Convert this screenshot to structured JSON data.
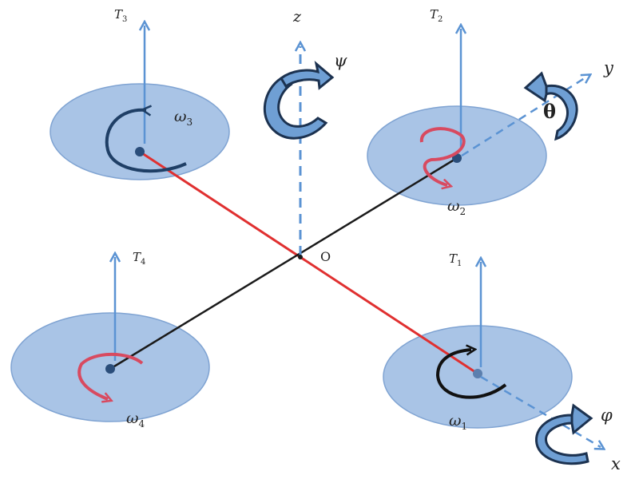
{
  "thrusts": {
    "t1": {
      "symbol": "T",
      "sub": "1"
    },
    "t2": {
      "symbol": "T",
      "sub": "2"
    },
    "t3": {
      "symbol": "T",
      "sub": "3"
    },
    "t4": {
      "symbol": "T",
      "sub": "4"
    }
  },
  "rotor_speeds": {
    "w1": {
      "symbol": "ω",
      "sub": "1"
    },
    "w2": {
      "symbol": "ω",
      "sub": "2"
    },
    "w3": {
      "symbol": "ω",
      "sub": "3"
    },
    "w4": {
      "symbol": "ω",
      "sub": "4"
    }
  },
  "axes": {
    "x": "x",
    "y": "y",
    "z": "z"
  },
  "origin_label": "O",
  "angles": {
    "roll": "φ",
    "pitch": "θ",
    "yaw": "ψ"
  },
  "colors": {
    "disc_fill": "#a9c4e6",
    "disc_stroke": "#7fa3d2",
    "thrust_arrow": "#5b93d3",
    "arm_red": "#e03030",
    "arm_black": "#1a1a1a",
    "spin_red": "#d84a60",
    "spin_dark": "#1f3f66",
    "angle_arrow_fill": "#6f9fd4",
    "angle_arrow_stroke": "#1c3250"
  }
}
